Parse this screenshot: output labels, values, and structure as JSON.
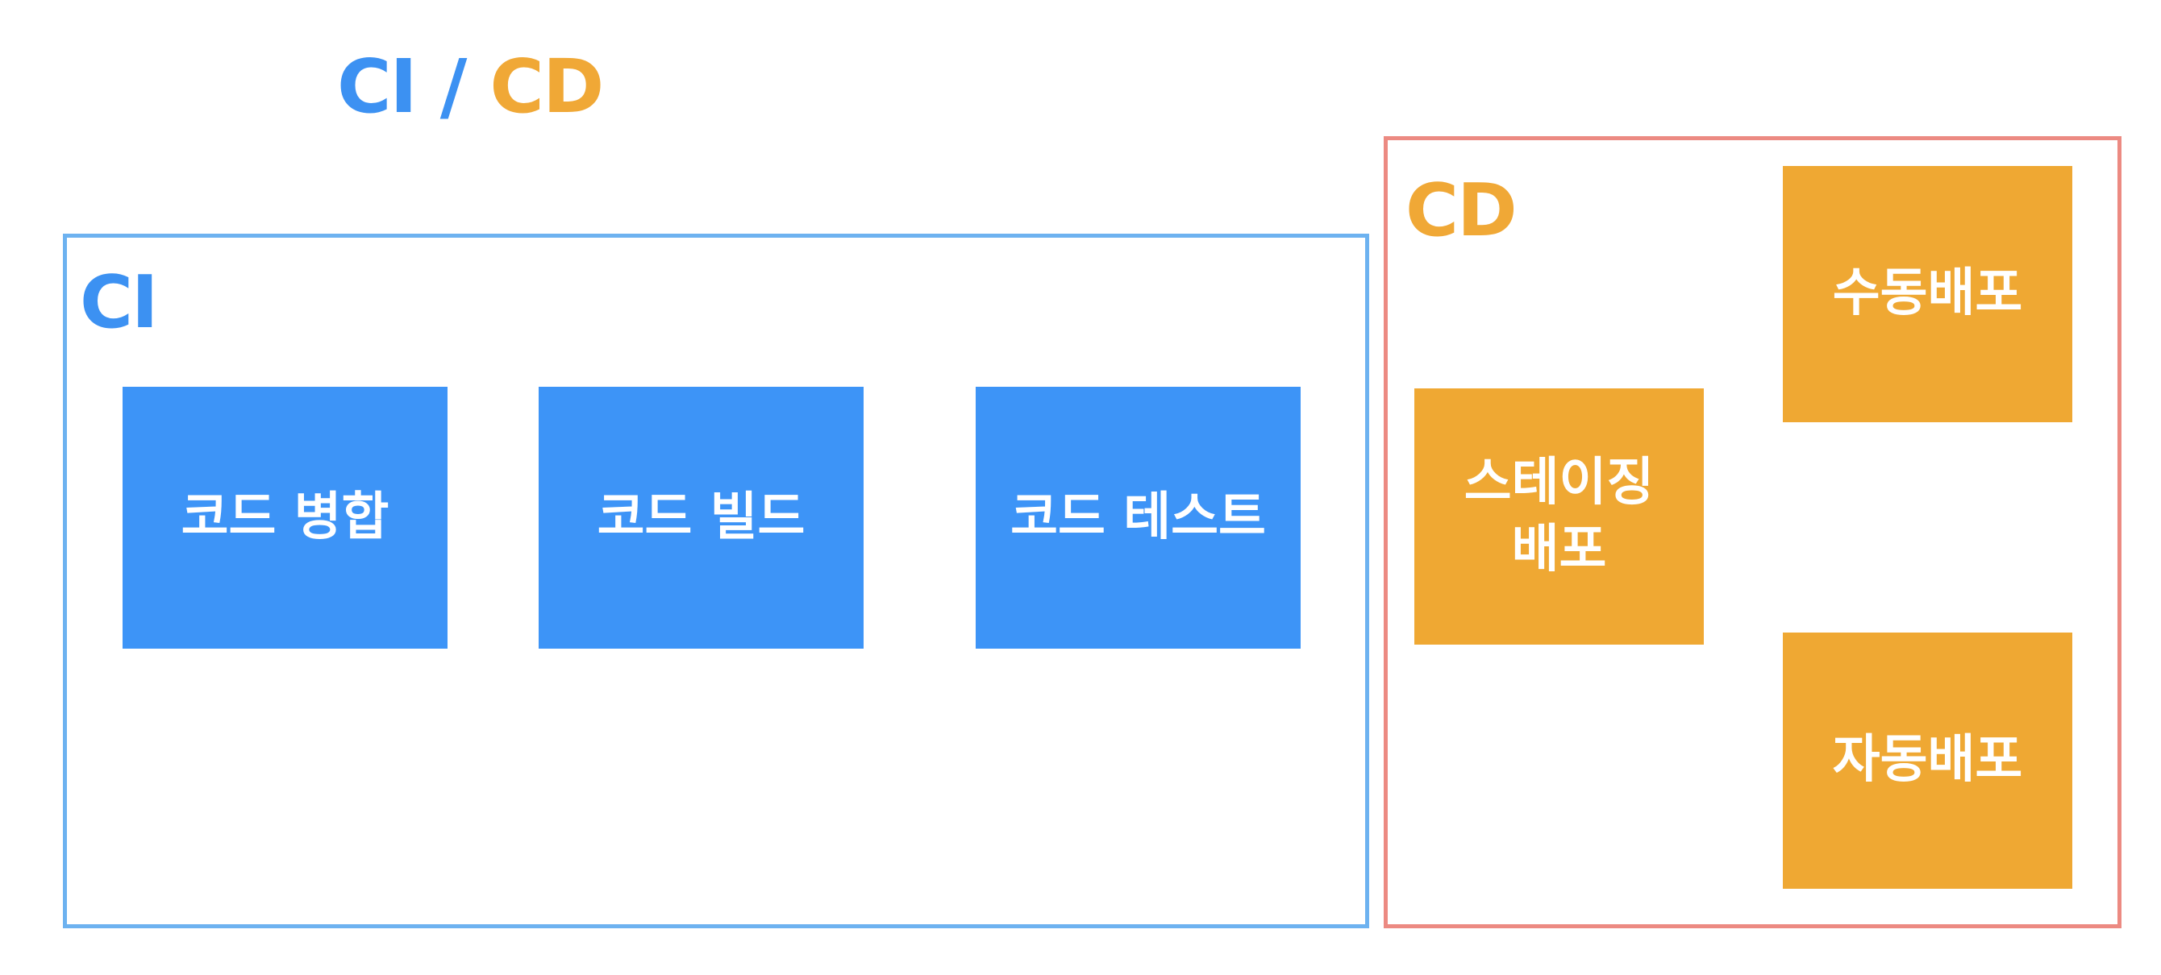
{
  "title": {
    "ci": "CI",
    "separator": "/",
    "cd": "CD"
  },
  "groups": {
    "ci": {
      "label": "CI",
      "steps": [
        "코드 병합",
        "코드 빌드",
        "코드 테스트"
      ]
    },
    "cd": {
      "label": "CD",
      "staging": "스테이징\n배포",
      "manual": "수동배포",
      "auto": "자동배포"
    }
  },
  "colors": {
    "ci_accent": "#3c91f2",
    "ci_box": "#3d94f7",
    "ci_border": "#6db2f0",
    "cd_accent": "#f0a836",
    "cd_box": "#efa833",
    "cd_border": "#ec8a82"
  }
}
